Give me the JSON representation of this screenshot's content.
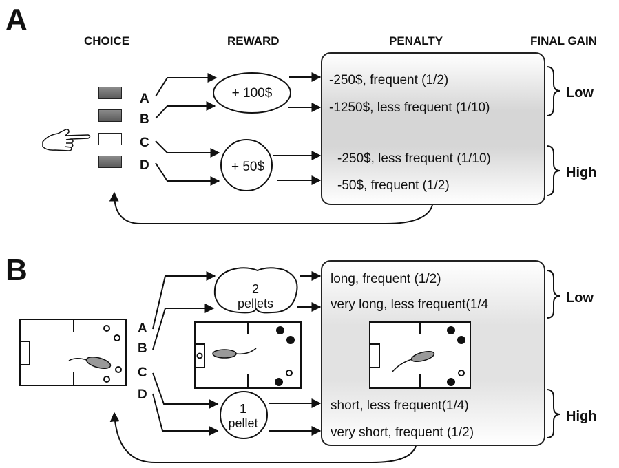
{
  "panel_a": {
    "letter": "A",
    "headers": {
      "choice": "CHOICE",
      "reward": "REWARD",
      "penalty": "PENALTY",
      "final_gain": "FINAL GAIN"
    },
    "options": [
      "A",
      "B",
      "C",
      "D"
    ],
    "rewards": [
      "+ 100$",
      "+ 50$"
    ],
    "penalties": [
      "-250$, frequent (1/2)",
      "-1250$, less frequent (1/10)",
      "-250$, less frequent (1/10)",
      "-50$, frequent (1/2)"
    ],
    "gains": [
      "Low",
      "High"
    ]
  },
  "panel_b": {
    "letter": "B",
    "options": [
      "A",
      "B",
      "C",
      "D"
    ],
    "rewards": [
      {
        "count": "2",
        "unit": "pellets"
      },
      {
        "count": "1",
        "unit": "pellet"
      }
    ],
    "penalties": [
      "long, frequent (1/2)",
      "very long, less  frequent(1/4",
      "short, less frequent(1/4)",
      "very short, frequent (1/2)"
    ],
    "gains": [
      "Low",
      "High"
    ]
  }
}
